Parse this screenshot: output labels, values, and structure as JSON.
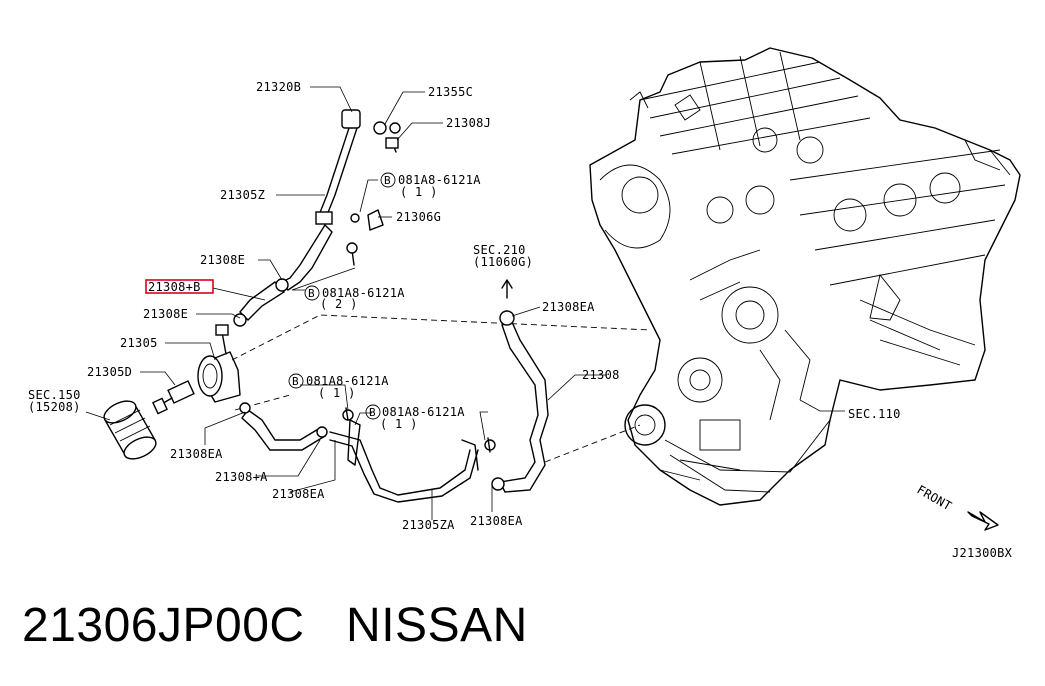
{
  "labels": {
    "p21320B": "21320B",
    "p21355C": "21355C",
    "p21308J": "21308J",
    "p081A8_1": "081A8-6121A",
    "qty1a": "( 1 )",
    "p21305Z": "21305Z",
    "p21306G": "21306G",
    "p21308E_top": "21308E",
    "p21308B": "21308+B",
    "p081A8_2": "081A8-6121A",
    "qty2": "( 2 )",
    "p21308E_mid": "21308E",
    "p21305": "21305",
    "p21305D": "21305D",
    "sec150": "SEC.150",
    "sec150sub": "(15208)",
    "p21308EA_left": "21308EA",
    "p081A8_3": "081A8-6121A",
    "qty1b": "( 1 )",
    "p081A8_4": "081A8-6121A",
    "qty1c": "( 1 )",
    "p21308A": "21308+A",
    "p21308EA_mid": "21308EA",
    "p21305ZA": "21305ZA",
    "p21308EA_bot": "21308EA",
    "sec210": "SEC.210",
    "sec210sub": "(11060G)",
    "p21308EA_right": "21308EA",
    "p21308": "21308",
    "sec110": "SEC.110",
    "front": "FRONT",
    "diagram_code": "J21300BX",
    "bolt_marker": "B"
  },
  "caption": "21306JP00C   NISSAN",
  "highlight_color": "#e0001b"
}
